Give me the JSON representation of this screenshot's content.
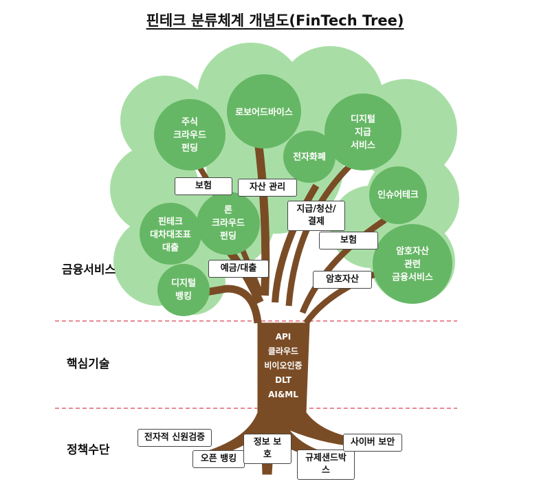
{
  "title": "핀테크 분류체계 개념도(FinTech Tree)",
  "sections": {
    "financial": "금융서비스",
    "core": "핵심기술",
    "policy": "정책수단"
  },
  "blobs": {
    "equity_crowdfunding": "주식\n크라우드\n펀딩",
    "robo_advisor": "로보어드바이스",
    "digital_payment": "디지털\n지급\n서비스",
    "e_currency": "전자화폐",
    "insurtech": "인슈어테크",
    "loan_crowdfunding": "론\n크라우드\n펀딩",
    "p2p_lending": "핀테크\n대차대조표\n대출",
    "digital_banking": "디지털\n뱅킹",
    "crypto_services": "암호자산\n관련\n금융서비스"
  },
  "tags": {
    "insurance_left": "보험",
    "asset_mgmt": "자산 관리",
    "payment_settlement": "지급/청산/\n결제",
    "insurance_right": "보험",
    "deposit_loan": "예금/대출",
    "crypto_asset": "암호자산"
  },
  "core_tech": [
    "API",
    "클라우드",
    "비이오인증",
    "DLT",
    "AI&ML"
  ],
  "policy": {
    "e_identity": "전자적 신원검증",
    "open_banking": "오픈 뱅킹",
    "info_protection": "정보 보호",
    "sandbox": "규제샌드박스",
    "cyber_security": "사이버 보안"
  },
  "colors": {
    "canopy_light": "#a8dea5",
    "canopy_dark": "#66b765",
    "trunk": "#7a4c26",
    "divider": "#e06070"
  }
}
